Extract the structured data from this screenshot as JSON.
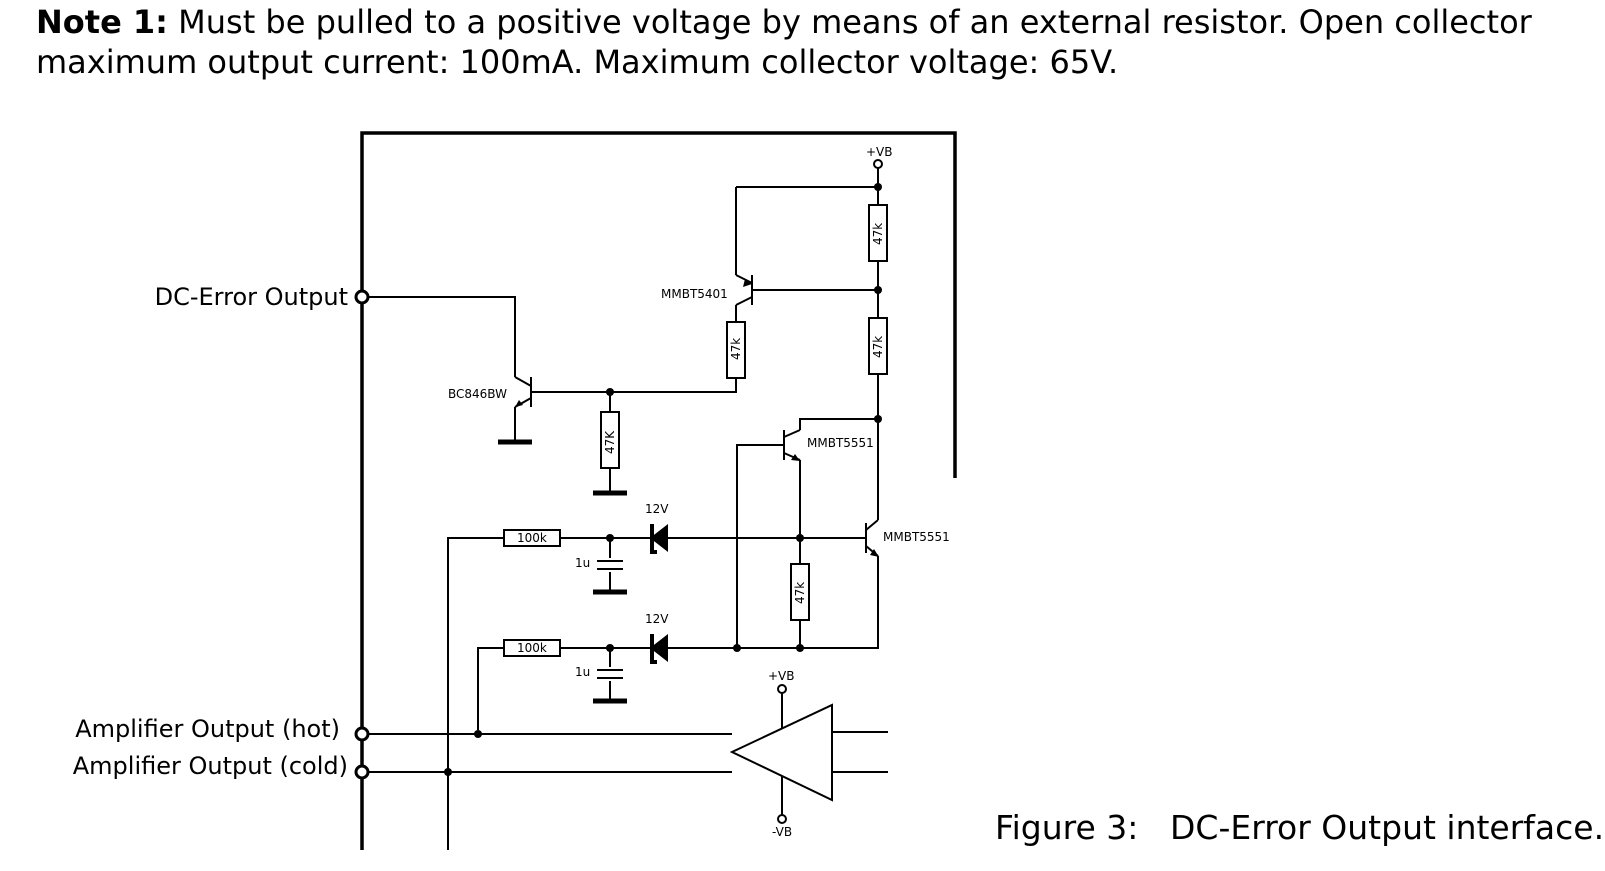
{
  "note": {
    "label": "Note 1:",
    "text": " Must be pulled to a positive voltage by means of an external resistor. Open collector maximum output current: 100mA. Maximum collector voltage: 65V."
  },
  "caption": {
    "number": "Figure 3:",
    "title": "DC-Error Output interface."
  },
  "diagram": {
    "terminals": {
      "dc_error": "DC-Error Output",
      "amp_hot": "Amplifier Output (hot)",
      "amp_cold": "Amplifier Output (cold)"
    },
    "supply": {
      "vb_top": "+VB",
      "vb_amp": "+VB",
      "vb_neg": "-VB"
    },
    "transistors": {
      "t1": "MMBT5401",
      "t2": "BC846BW",
      "t3": "MMBT5551",
      "t4": "MMBT5551"
    },
    "resistors": {
      "r1": "47k",
      "r2": "47k",
      "r3": "47k",
      "r4": "47K",
      "r5": "47k",
      "r6": "100k",
      "r7": "100k"
    },
    "diodes": {
      "d1": "12V",
      "d2": "12V"
    },
    "capacitors": {
      "c1": "1u",
      "c2": "1u"
    }
  }
}
